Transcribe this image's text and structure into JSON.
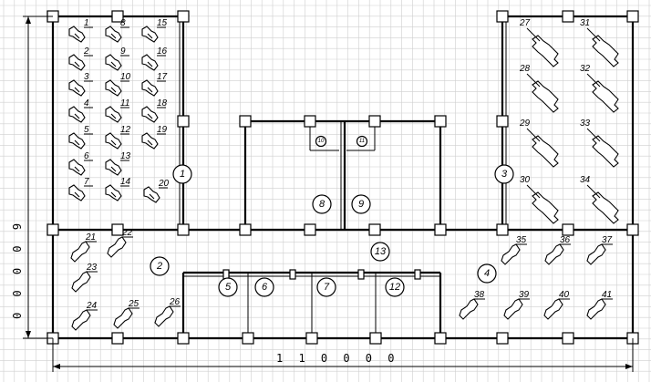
{
  "dimensions": {
    "width_label": "1 1 0 0 0 0",
    "height_label": "6 0 0 0 0"
  },
  "rooms": [
    "1",
    "2",
    "3",
    "4",
    "5",
    "6",
    "7",
    "8",
    "9",
    "12",
    "13"
  ],
  "small_markers": [
    "10",
    "11"
  ],
  "machines": [
    "1",
    "2",
    "3",
    "4",
    "5",
    "6",
    "7",
    "8",
    "9",
    "10",
    "11",
    "12",
    "13",
    "14",
    "15",
    "16",
    "17",
    "18",
    "19",
    "20",
    "21",
    "22",
    "23",
    "24",
    "25",
    "26",
    "27",
    "28",
    "29",
    "30",
    "31",
    "32",
    "33",
    "34",
    "35",
    "36",
    "37",
    "38",
    "39",
    "40",
    "41"
  ]
}
